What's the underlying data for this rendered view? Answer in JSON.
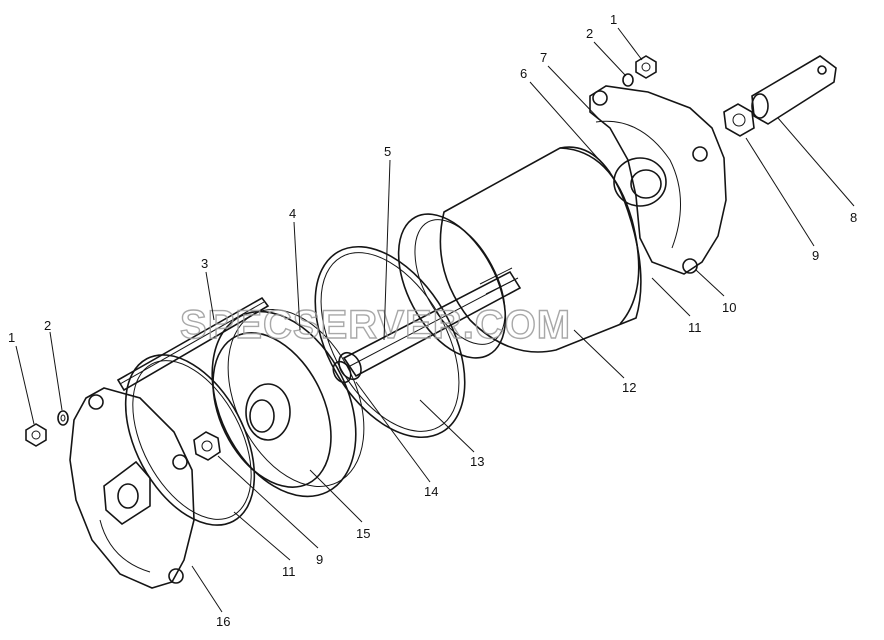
{
  "watermark": "SPECSERVER.COM",
  "callouts": {
    "c1_right": "1",
    "c2_right": "2",
    "c7": "7",
    "c6": "6",
    "c5": "5",
    "c8": "8",
    "c9_right": "9",
    "c10": "10",
    "c11_right": "11",
    "c12": "12",
    "c13": "13",
    "c14": "14",
    "c15": "15",
    "c4": "4",
    "c3": "3",
    "c1_left": "1",
    "c2_left": "2",
    "c9_left": "9",
    "c11_left": "11",
    "c16": "16"
  }
}
